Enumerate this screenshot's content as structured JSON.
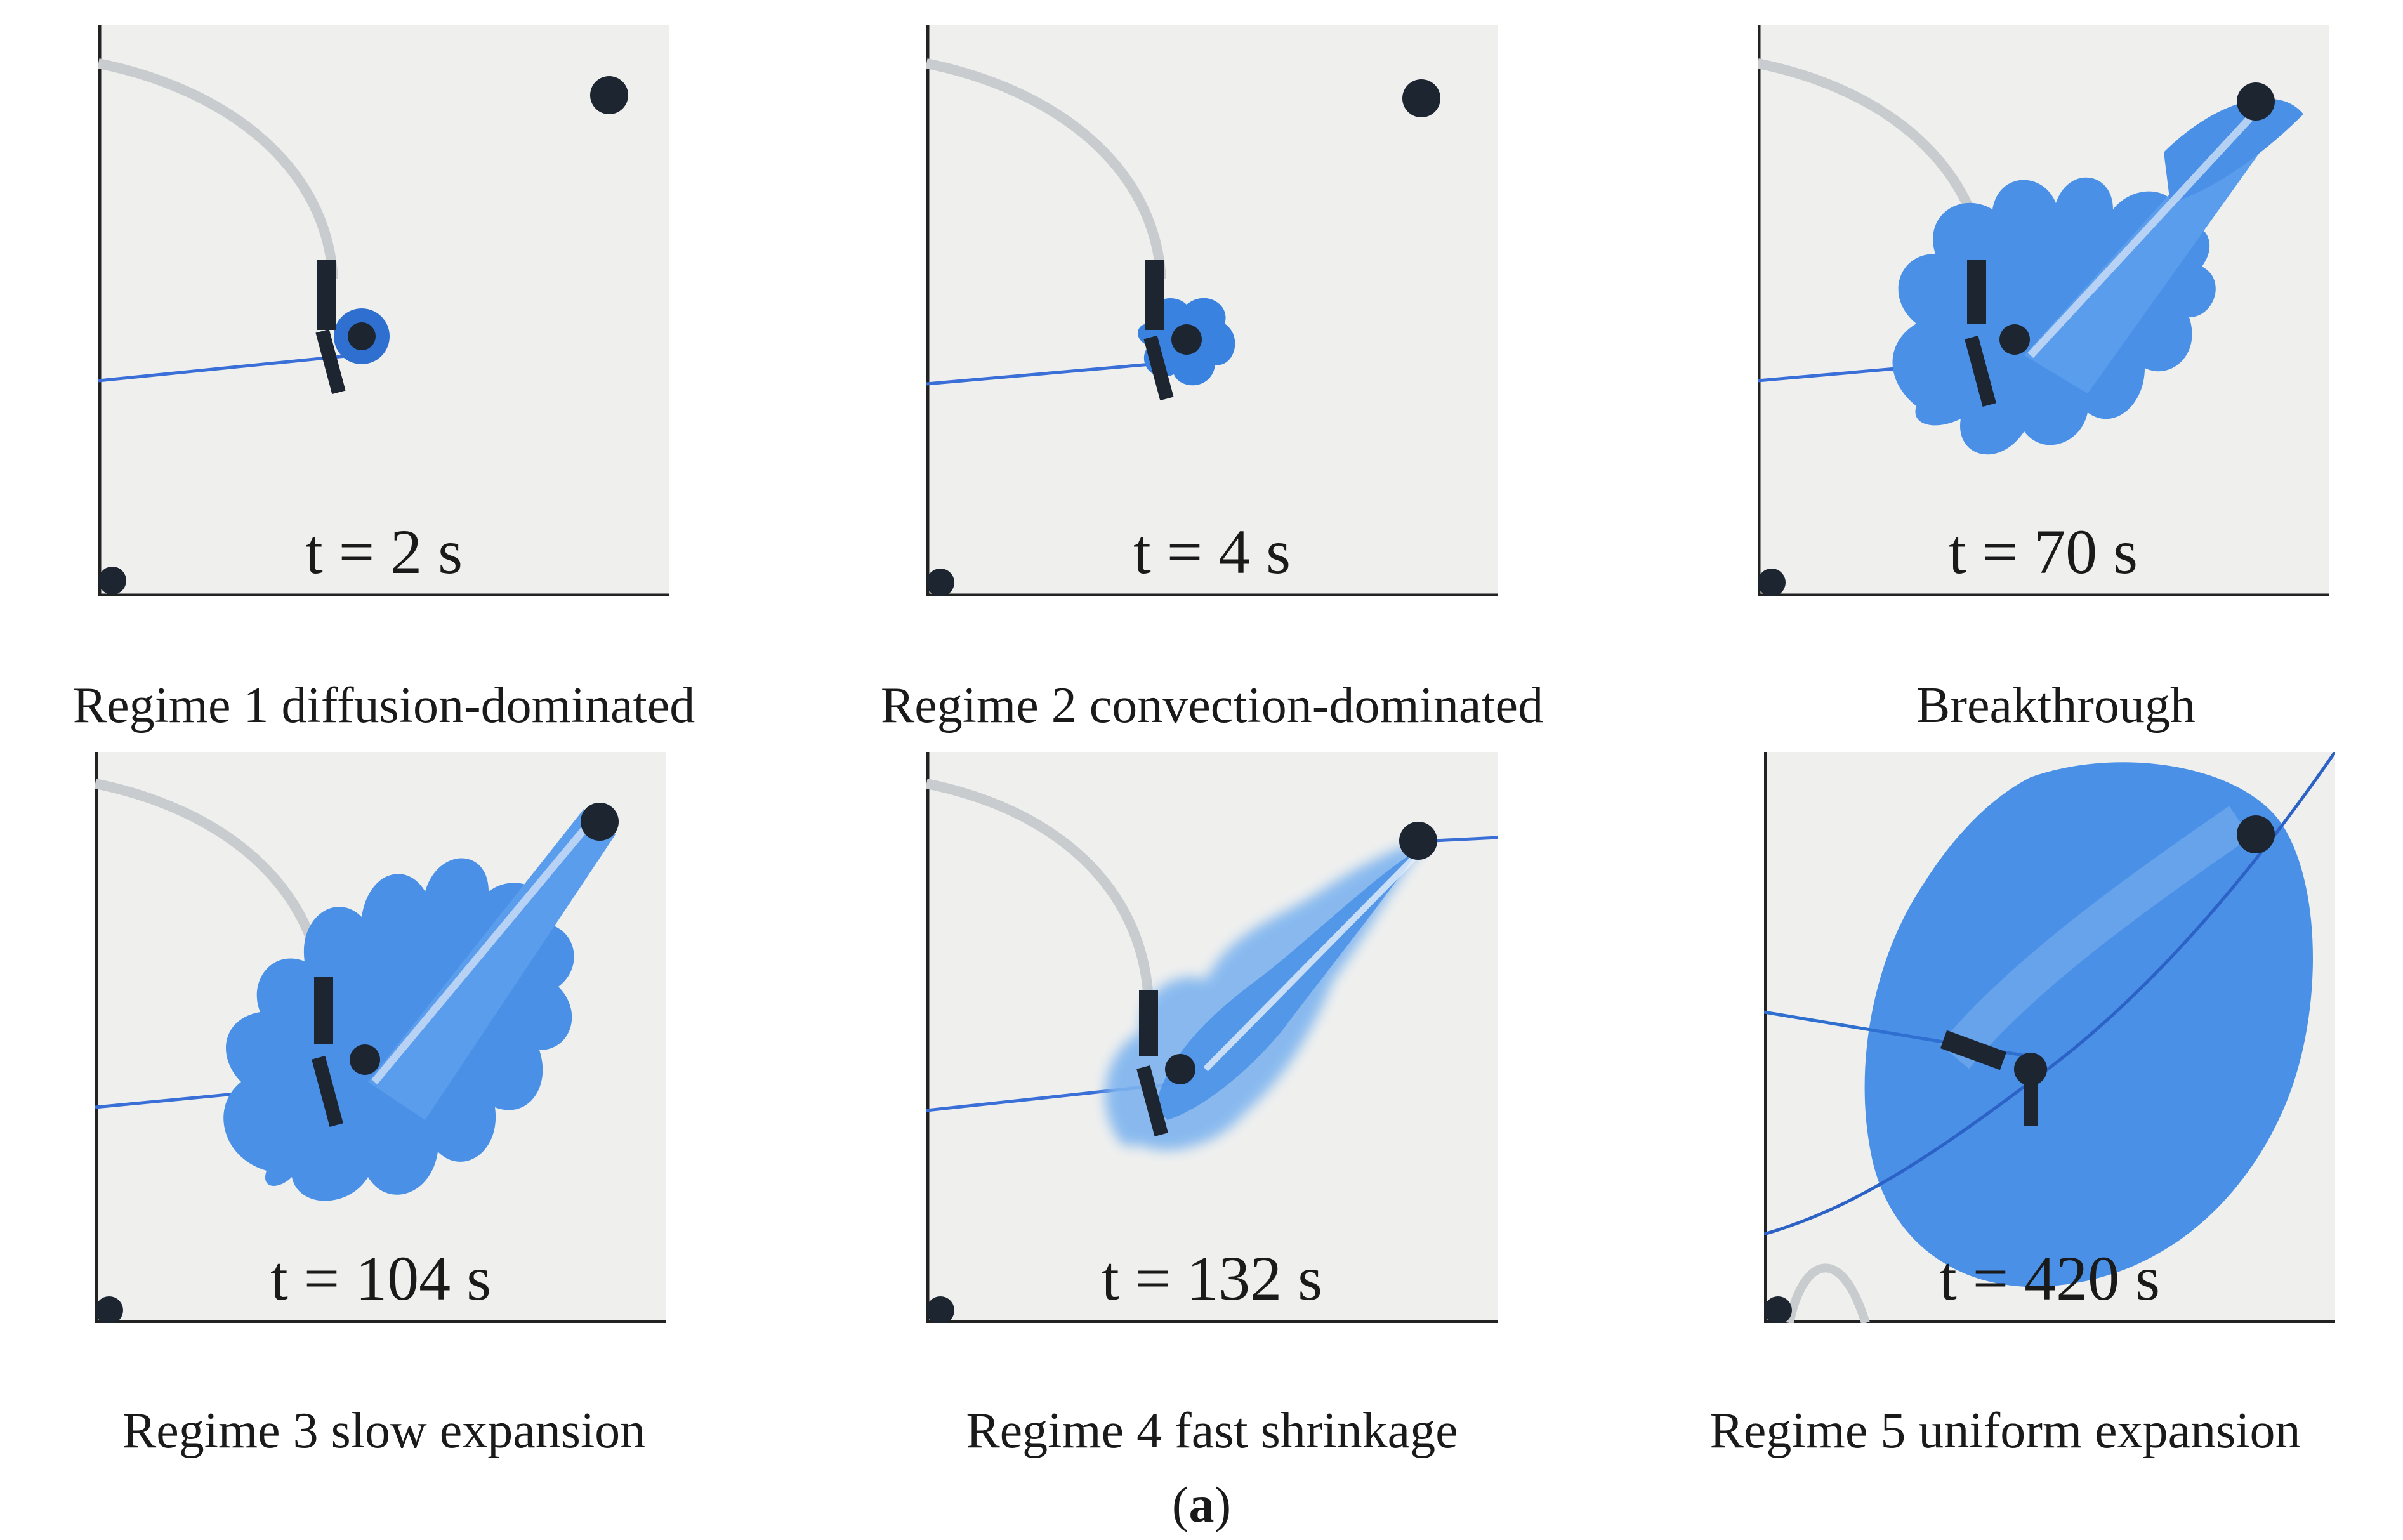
{
  "panels": [
    {
      "time": "t = 2 s",
      "caption": "Regime 1 diffusion-dominated"
    },
    {
      "time": "t = 4 s",
      "caption": "Regime 2 convection-dominated"
    },
    {
      "time": "t = 70 s",
      "caption": "Breakthrough"
    },
    {
      "time": "t = 104 s",
      "caption": "Regime 3 slow expansion"
    },
    {
      "time": "t = 132 s",
      "caption": "Regime 4 fast shrinkage"
    },
    {
      "time": "t = 420 s",
      "caption": "Regime 5 uniform expansion"
    }
  ],
  "subfigure_label": {
    "open": "(",
    "letter": "a",
    "close": ")"
  },
  "colors": {
    "dye": "#4a90e6",
    "dye_dark": "#2f6fd0",
    "cell_background": "#eff0ee",
    "fitting": "#1c2530",
    "tube_line": "#3a6fd8"
  },
  "icons": [
    "injection-port-icon",
    "outlet-port-icon",
    "corner-port-icon"
  ]
}
